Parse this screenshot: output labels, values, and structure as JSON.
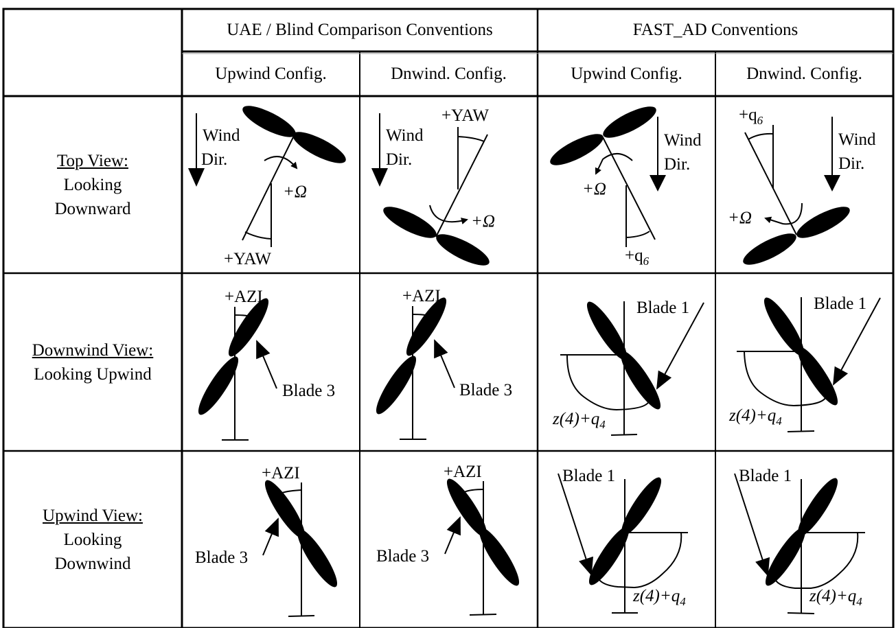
{
  "table": {
    "group_headers": [
      "UAE / Blind Comparison Conventions",
      "FAST_AD Conventions"
    ],
    "column_headers": [
      "Upwind Config.",
      "Dnwind. Config.",
      "Upwind Config.",
      "Dnwind. Config."
    ],
    "row_headers": [
      {
        "title": "Top View:",
        "subtitle_lines": [
          "Looking",
          "Downward"
        ]
      },
      {
        "title": "Downwind View:",
        "subtitle_lines": [
          "Looking Upwind"
        ]
      },
      {
        "title": "Upwind View:",
        "subtitle_lines": [
          "Looking",
          "Downwind"
        ]
      }
    ]
  },
  "labels": {
    "wind": "Wind",
    "dir": "Dir.",
    "yaw": "+YAW",
    "omega": "+Ω",
    "q6_prefix": "+q",
    "q6_sub": "6",
    "azi": "+AZI",
    "blade3": "Blade 3",
    "blade1": "Blade 1",
    "z4_prefix": "z(4)+q",
    "z4_sub": "4"
  }
}
